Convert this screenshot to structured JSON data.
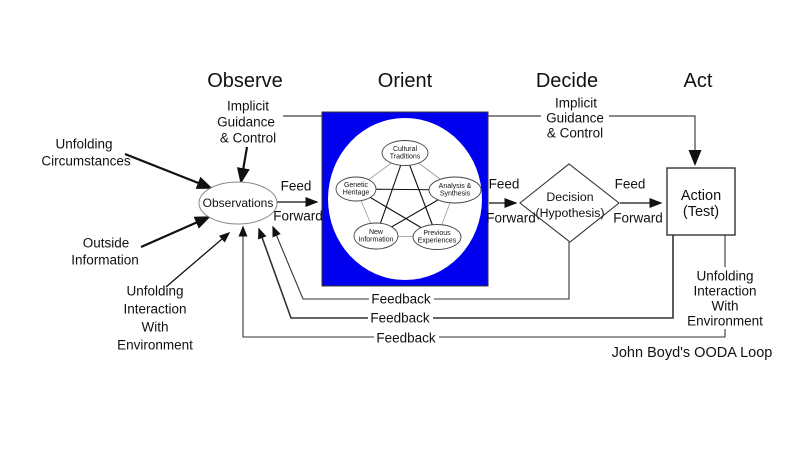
{
  "diagram": {
    "caption": "John Boyd's OODA Loop",
    "phases": {
      "observe": "Observe",
      "orient": "Orient",
      "decide": "Decide",
      "act": "Act"
    },
    "nodes": {
      "observations": "Observations",
      "decision": [
        "Decision",
        "(Hypothesis)"
      ],
      "action": [
        "Action",
        "(Test)"
      ],
      "orient_cluster": {
        "cultural": [
          "Cultural",
          "Traditions"
        ],
        "genetic": [
          "Genetic",
          "Heritage"
        ],
        "analysis": [
          "Analysis &",
          "Synthesis"
        ],
        "new_info": [
          "New",
          "Information"
        ],
        "previous": [
          "Previous",
          "Experiences"
        ]
      }
    },
    "labels": {
      "implicit_left": [
        "Implicit",
        "Guidance",
        "& Control"
      ],
      "implicit_right": [
        "Implicit",
        "Guidance",
        "& Control"
      ],
      "feed": "Feed",
      "forward": "Forward",
      "feedback": "Feedback",
      "unfolding_circumstances": [
        "Unfolding",
        "Circumstances"
      ],
      "outside_information": [
        "Outside",
        "Information"
      ],
      "unfolding_interaction_left": [
        "Unfolding",
        "Interaction",
        "With",
        "Environment"
      ],
      "unfolding_interaction_right": [
        "Unfolding",
        "Interaction",
        "With",
        "Environment"
      ]
    },
    "colors": {
      "orient_fill": "#0000EE",
      "line": "#222222"
    }
  }
}
